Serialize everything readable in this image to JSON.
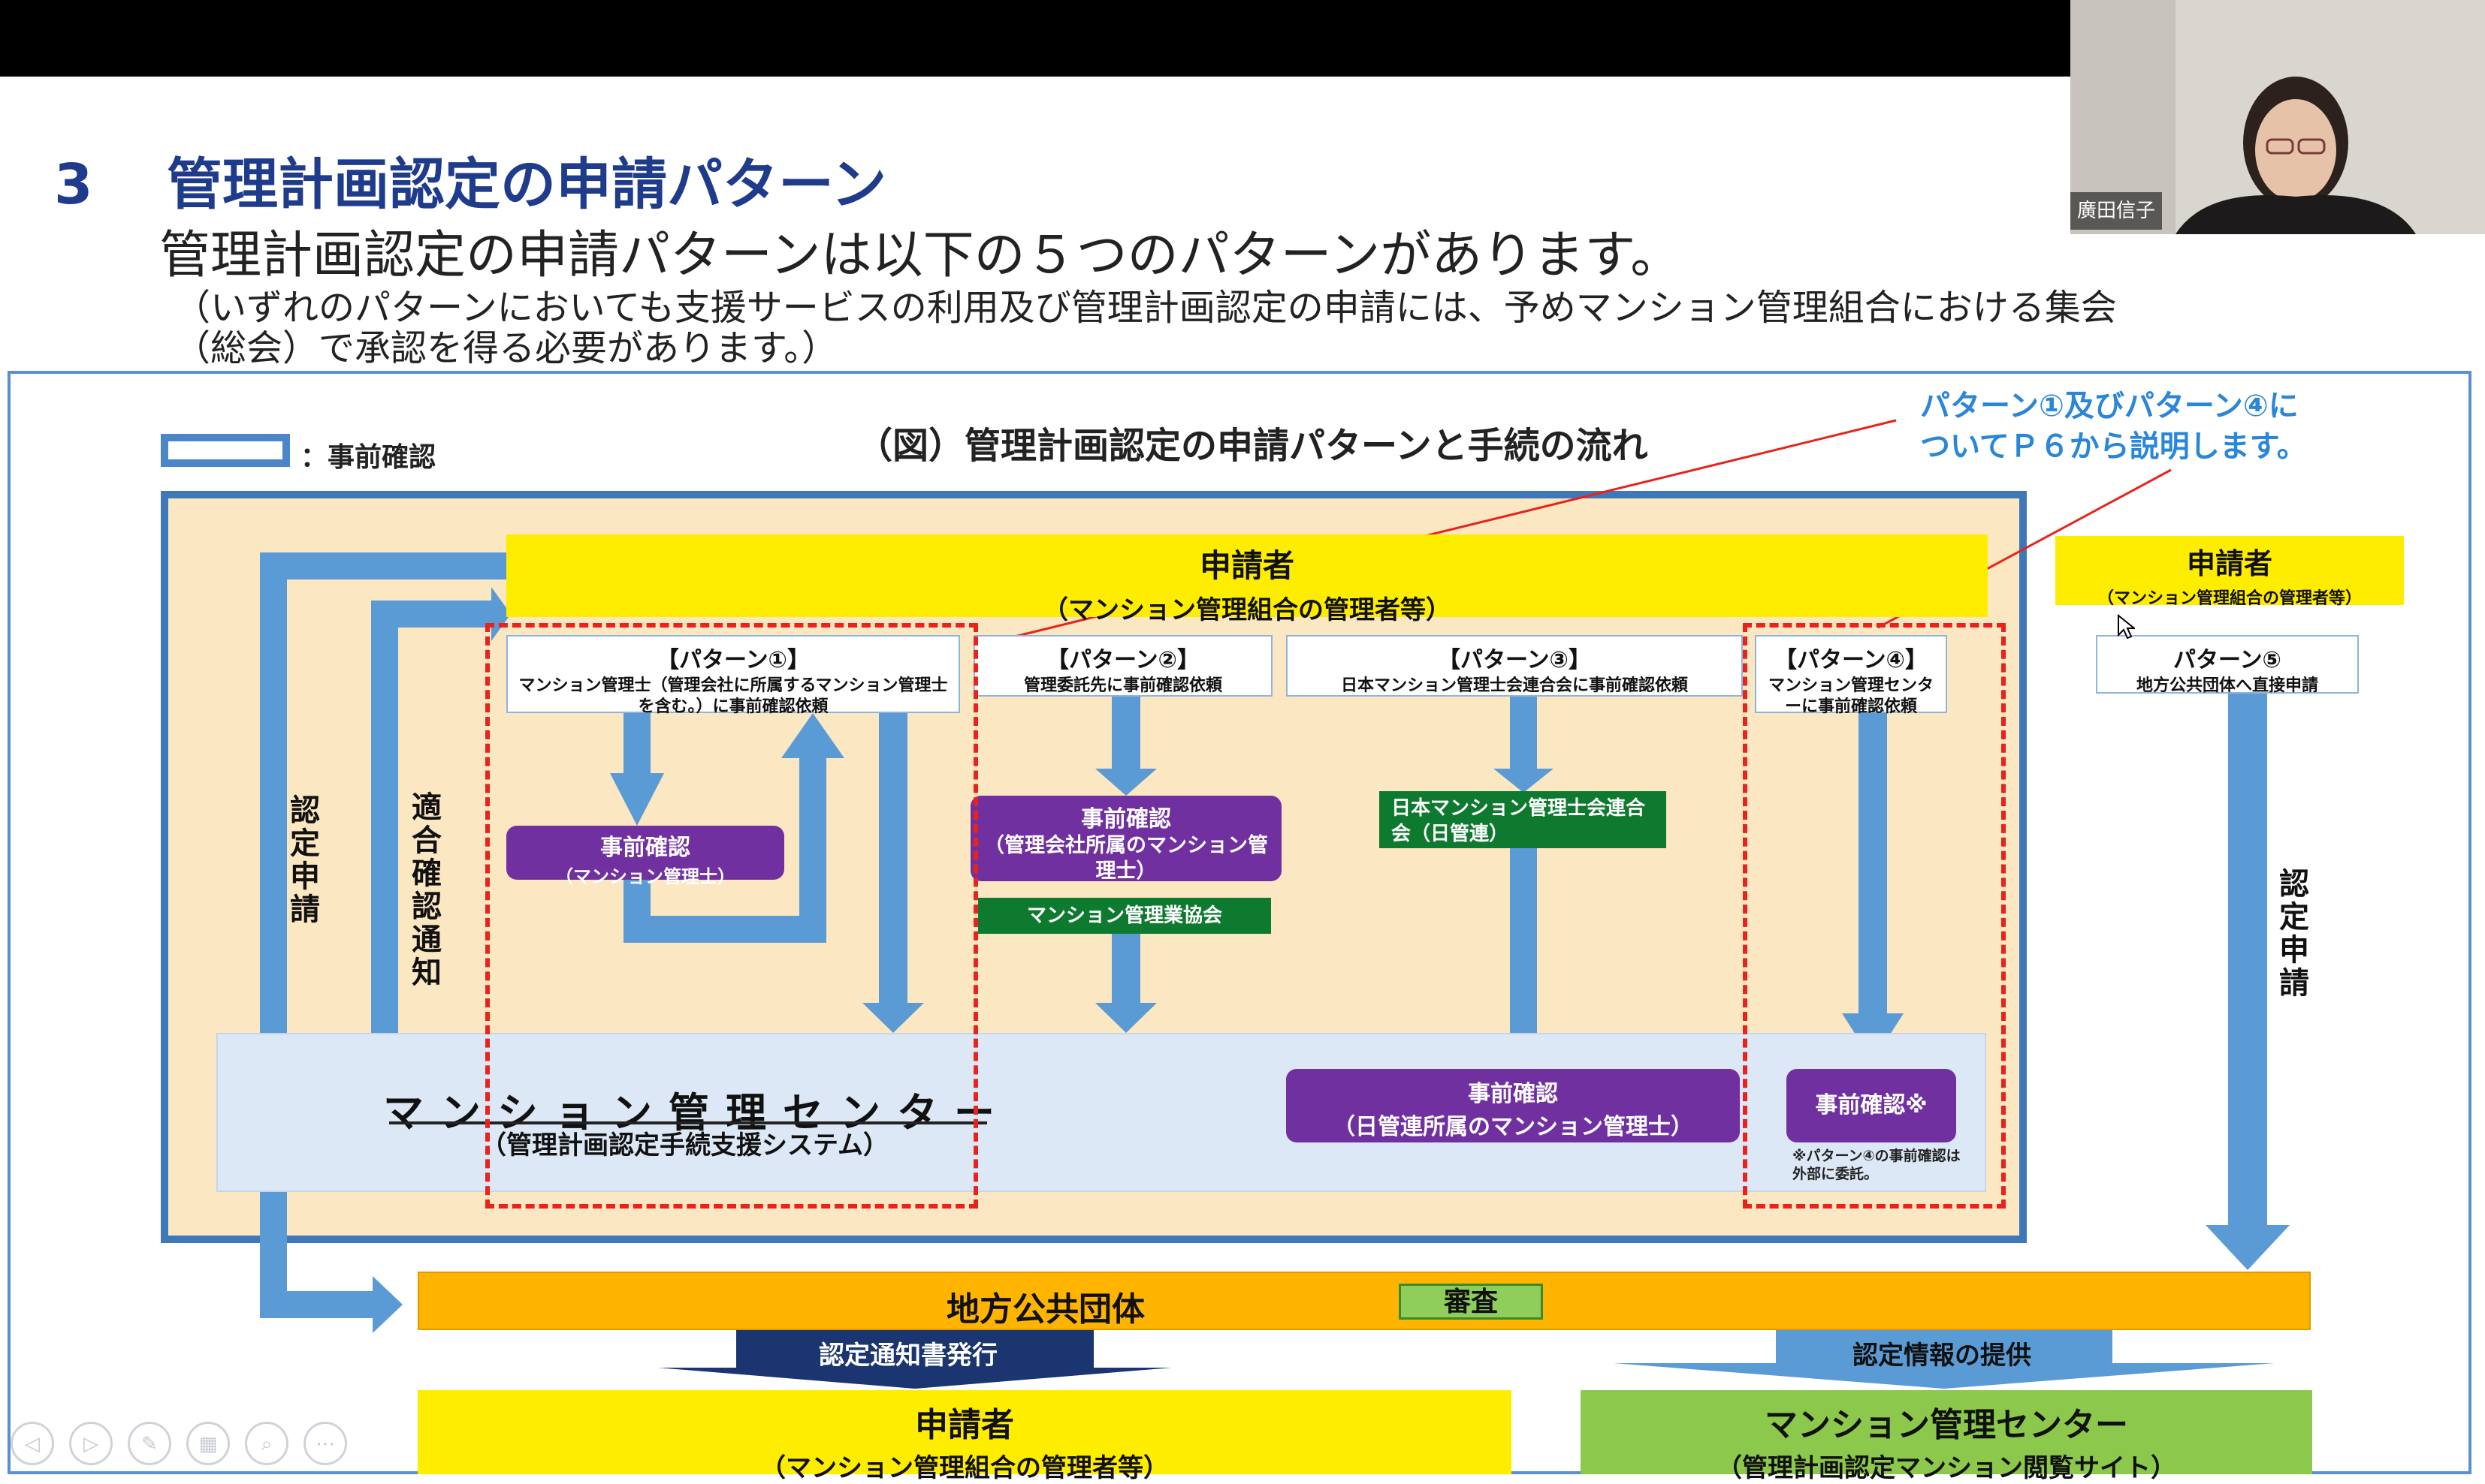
{
  "slide": {
    "number": "3",
    "title": "管理計画認定の申請パターン",
    "subtitle": "管理計画認定の申請パターンは以下の５つのパターンがあります。",
    "note_line1": "（いずれのパターンにおいても支援サービスの利用及び管理計画認定の申請には、予めマンション管理組合における集会",
    "note_line2": "（総会）で承認を得る必要があります。）"
  },
  "figure": {
    "legend": "：事前確認",
    "title": "（図）管理計画認定の申請パターンと手続の流れ",
    "callout_line1": "パターン①及びパターン④に",
    "callout_line2": "ついてＰ６から説明します。",
    "applicant_top": {
      "name": "申請者",
      "detail": "（マンション管理組合の管理者等）"
    },
    "applicant_right": {
      "name": "申請者",
      "detail": "（マンション管理組合の管理者等）"
    },
    "left_vertical_1": "認定申請",
    "left_vertical_2": "適合確認通知",
    "right_vertical": "認定申請",
    "patterns": [
      {
        "title": "【パターン①】",
        "desc": "マンション管理士（管理会社に所属するマンション管理士を含む。）に事前確認依頼"
      },
      {
        "title": "【パターン②】",
        "desc": "管理委託先に事前確認依頼"
      },
      {
        "title": "【パターン③】",
        "desc": "日本マンション管理士会連合会に事前確認依頼"
      },
      {
        "title": "【パターン④】",
        "desc": "マンション管理センターに事前確認依頼"
      },
      {
        "title": "パターン⑤",
        "desc": "地方公共団体へ直接申請"
      }
    ],
    "check1": {
      "name": "事前確認",
      "detail": "（マンション管理士）"
    },
    "check2": {
      "name": "事前確認",
      "detail": "（管理会社所属のマンション管理士）"
    },
    "association": "マンション管理業協会",
    "nikkanren": "日本マンション管理士会連合会（日管連）",
    "check3": {
      "name": "事前確認",
      "detail": "（日管連所属のマンション管理士）"
    },
    "check4": {
      "name": "事前確認※",
      "note": "※パターン④の事前確認は外部に委託。"
    },
    "center": {
      "name": "マンション管理センター",
      "detail": "（管理計画認定手続支援システム）"
    },
    "local_gov": "地方公共団体",
    "review": "審査",
    "issue": "認定通知書発行",
    "provide": "認定情報の提供",
    "applicant_bottom": {
      "name": "申請者",
      "detail": "（マンション管理組合の管理者等）"
    },
    "center_bottom": {
      "name": "マンション管理センター",
      "detail": "（管理計画認定マンション閲覧サイト）"
    }
  },
  "video": {
    "participant_name": "廣田信子"
  },
  "controls": [
    {
      "icon": "prev-slide-icon",
      "glyph": "◁"
    },
    {
      "icon": "next-slide-icon",
      "glyph": "▷"
    },
    {
      "icon": "pen-icon",
      "glyph": "✎"
    },
    {
      "icon": "slides-grid-icon",
      "glyph": "▦"
    },
    {
      "icon": "zoom-icon",
      "glyph": "⌕"
    },
    {
      "icon": "more-options-icon",
      "glyph": "⋯"
    }
  ],
  "colors": {
    "title_blue": "#1f3b8c",
    "arrow_blue": "#5b9bd5",
    "outer_border": "#3f78b8",
    "applicant_yellow": "#ffed00",
    "check_purple": "#7030a0",
    "org_green": "#0e7a30",
    "local_orange": "#ffb400",
    "dashed_red": "#e8221c",
    "callout_blue": "#2a86d8"
  }
}
